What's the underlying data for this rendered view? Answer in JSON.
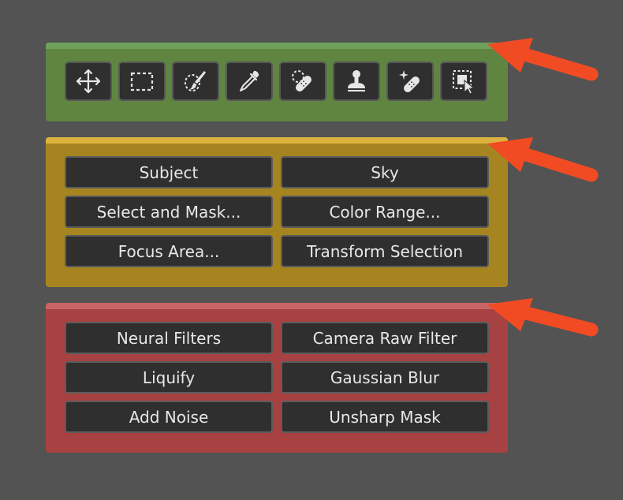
{
  "colors": {
    "background": "#535353",
    "tools_panel": "#5f8541",
    "tools_strip": "#6fa15a",
    "select_panel": "#a68520",
    "select_strip": "#dcb23e",
    "filters_panel": "#a84141",
    "filters_strip": "#c86464",
    "arrow": "#f14b24"
  },
  "tools_panel": {
    "tools": [
      {
        "icon": "move-icon"
      },
      {
        "icon": "marquee-icon"
      },
      {
        "icon": "quick-selection-brush-icon"
      },
      {
        "icon": "eyedropper-icon"
      },
      {
        "icon": "spot-healing-bandage-icon"
      },
      {
        "icon": "clone-stamp-icon"
      },
      {
        "icon": "healing-bandage-sparkle-icon"
      },
      {
        "icon": "transform-selection-icon"
      }
    ]
  },
  "select_panel": {
    "buttons": [
      "Subject",
      "Sky",
      "Select and Mask...",
      "Color Range...",
      "Focus Area...",
      "Transform Selection"
    ]
  },
  "filters_panel": {
    "buttons": [
      "Neural Filters",
      "Camera Raw Filter",
      "Liquify",
      "Gaussian Blur",
      "Add Noise",
      "Unsharp Mask"
    ]
  }
}
